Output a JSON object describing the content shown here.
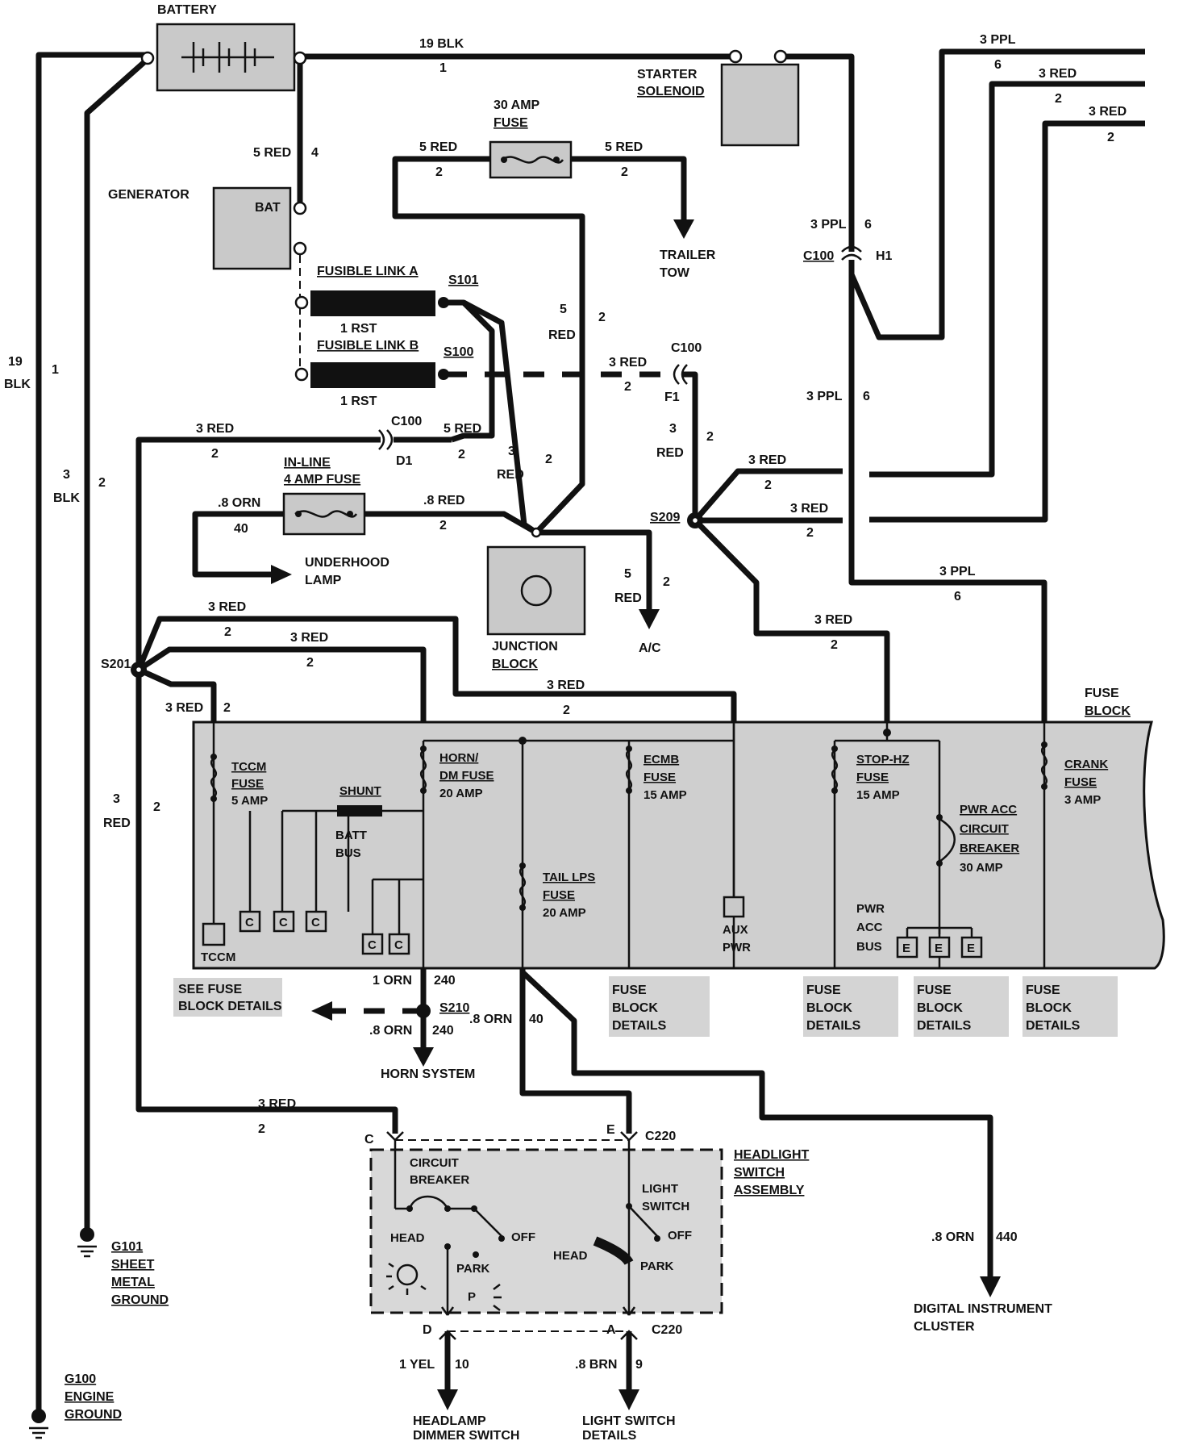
{
  "components": {
    "battery": "BATTERY",
    "starter_solenoid": [
      "STARTER",
      "SOLENOID"
    ],
    "generator": "GENERATOR",
    "generator_bat": "BAT",
    "fuse_30amp": [
      "30 AMP",
      "FUSE"
    ],
    "trailer_tow": [
      "TRAILER",
      "TOW"
    ],
    "fusible_link_a": "FUSIBLE LINK A",
    "fusible_link_b": "FUSIBLE LINK B",
    "link_wire": "1 RST",
    "inline_fuse": [
      "IN-LINE",
      "4 AMP FUSE"
    ],
    "underhood_lamp": [
      "UNDERHOOD",
      "LAMP"
    ],
    "junction_block": [
      "JUNCTION",
      "BLOCK"
    ],
    "ac": "A/C",
    "fuse_block": [
      "FUSE",
      "BLOCK"
    ],
    "horn_system": "HORN SYSTEM",
    "see_fuse_block_details": [
      "SEE FUSE",
      "BLOCK DETAILS"
    ],
    "fuse_block_details": [
      "FUSE",
      "BLOCK",
      "DETAILS"
    ],
    "headlight_switch_assembly": [
      "HEADLIGHT",
      "SWITCH",
      "ASSEMBLY"
    ],
    "digital_instrument_cluster": [
      "DIGITAL INSTRUMENT",
      "CLUSTER"
    ],
    "headlamp_dimmer_switch": [
      "HEADLAMP",
      "DIMMER SWITCH"
    ],
    "light_switch_details": [
      "LIGHT SWITCH",
      "DETAILS"
    ],
    "g101": [
      "G101",
      "SHEET",
      "METAL",
      "GROUND"
    ],
    "g100": [
      "G100",
      "ENGINE",
      "GROUND"
    ]
  },
  "splices": {
    "s101": "S101",
    "s100": "S100",
    "s201": "S201",
    "s209": "S209",
    "s210": "S210"
  },
  "connectors": {
    "c100": "C100",
    "c220": "C220",
    "h1": "H1",
    "f1": "F1",
    "d1": "D1",
    "pin_c": "C",
    "pin_e": "E",
    "pin_d": "D",
    "pin_a": "A"
  },
  "fuse_block_internals": {
    "tccm_fuse": [
      "TCCM",
      "FUSE",
      "5 AMP"
    ],
    "tccm": "TCCM",
    "shunt": "SHUNT",
    "batt_bus": [
      "BATT",
      "BUS"
    ],
    "horn_dm_fuse": [
      "HORN/",
      "DM FUSE",
      "20 AMP"
    ],
    "tail_lps_fuse": [
      "TAIL LPS",
      "FUSE",
      "20 AMP"
    ],
    "ecmb_fuse": [
      "ECMB",
      "FUSE",
      "15 AMP"
    ],
    "aux_pwr": [
      "AUX",
      "PWR"
    ],
    "stop_hz_fuse": [
      "STOP-HZ",
      "FUSE",
      "15 AMP"
    ],
    "pwr_acc_cb": [
      "PWR ACC",
      "CIRCUIT",
      "BREAKER",
      "30 AMP"
    ],
    "pwr_acc_bus": [
      "PWR",
      "ACC",
      "BUS"
    ],
    "crank_fuse": [
      "CRANK",
      "FUSE",
      "3 AMP"
    ],
    "pin_c": "C",
    "pin_e": "E"
  },
  "headlight_switch": {
    "circuit_breaker": [
      "CIRCUIT",
      "BREAKER"
    ],
    "light_switch": [
      "LIGHT",
      "SWITCH"
    ],
    "head": "HEAD",
    "off": "OFF",
    "park": "PARK",
    "p": "P"
  },
  "wire_labels": {
    "blk_19": "19 BLK",
    "blk_19_v": [
      "19",
      "BLK"
    ],
    "blk_3_v": [
      "3",
      "BLK"
    ],
    "red_5": "5 RED",
    "red_5_v": [
      "5",
      "RED"
    ],
    "red_3": "3 RED",
    "red_3_v": [
      "3",
      "RED"
    ],
    "ppl_3": "3 PPL",
    "orn_p8": ".8 ORN",
    "red_p8": ".8 RED",
    "orn_1": "1 ORN",
    "yel_1": "1 YEL",
    "brn_p8": ".8 BRN"
  },
  "circuit_numbers": {
    "n1": "1",
    "n2": "2",
    "n4": "4",
    "n6": "6",
    "n9": "9",
    "n10": "10",
    "n40": "40",
    "n240": "240",
    "n440": "440"
  }
}
